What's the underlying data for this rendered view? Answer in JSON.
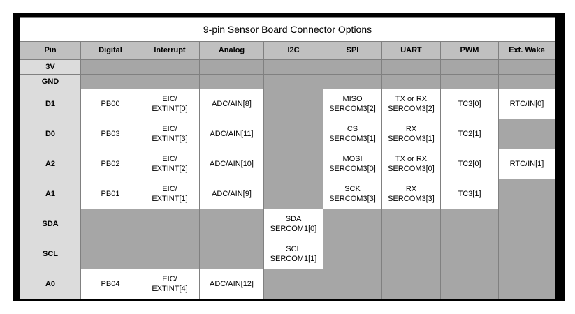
{
  "table": {
    "title": "9-pin Sensor Board Connector Options",
    "columns": [
      "Pin",
      "Digital",
      "Interrupt",
      "Analog",
      "I2C",
      "SPI",
      "UART",
      "PWM",
      "Ext. Wake"
    ],
    "colors": {
      "frame": "#000000",
      "header_bg": "#c0c0c0",
      "pin_col_bg": "#dcdcdc",
      "empty_bg": "#a6a6a6",
      "cell_bg": "#ffffff",
      "border": "#808080",
      "text": "#000000"
    },
    "rows": [
      {
        "pin": "3V",
        "height": "short",
        "cells": [
          {
            "text": "",
            "empty": true
          },
          {
            "text": "",
            "empty": true
          },
          {
            "text": "",
            "empty": true
          },
          {
            "text": "",
            "empty": true
          },
          {
            "text": "",
            "empty": true
          },
          {
            "text": "",
            "empty": true
          },
          {
            "text": "",
            "empty": true
          },
          {
            "text": "",
            "empty": true
          }
        ]
      },
      {
        "pin": "GND",
        "height": "short",
        "cells": [
          {
            "text": "",
            "empty": true
          },
          {
            "text": "",
            "empty": true
          },
          {
            "text": "",
            "empty": true
          },
          {
            "text": "",
            "empty": true
          },
          {
            "text": "",
            "empty": true
          },
          {
            "text": "",
            "empty": true
          },
          {
            "text": "",
            "empty": true
          },
          {
            "text": "",
            "empty": true
          }
        ]
      },
      {
        "pin": "D1",
        "height": "tall",
        "cells": [
          {
            "text": "PB00",
            "empty": false
          },
          {
            "line1": "EIC/",
            "line2": "EXTINT[0]",
            "empty": false
          },
          {
            "text": "ADC/AIN[8]",
            "empty": false
          },
          {
            "text": "",
            "empty": true
          },
          {
            "line1": "MISO",
            "line2": "SERCOM3[2]",
            "empty": false
          },
          {
            "line1": "TX or RX",
            "line2": "SERCOM3[2]",
            "empty": false
          },
          {
            "text": "TC3[0]",
            "empty": false
          },
          {
            "text": "RTC/IN[0]",
            "empty": false
          }
        ]
      },
      {
        "pin": "D0",
        "height": "tall",
        "cells": [
          {
            "text": "PB03",
            "empty": false
          },
          {
            "line1": "EIC/",
            "line2": "EXTINT[3]",
            "empty": false
          },
          {
            "text": "ADC/AIN[11]",
            "empty": false
          },
          {
            "text": "",
            "empty": true
          },
          {
            "line1": "CS",
            "line2": "SERCOM3[1]",
            "empty": false
          },
          {
            "line1": "RX",
            "line2": "SERCOM3[1]",
            "empty": false
          },
          {
            "text": "TC2[1]",
            "empty": false
          },
          {
            "text": "",
            "empty": true
          }
        ]
      },
      {
        "pin": "A2",
        "height": "tall",
        "cells": [
          {
            "text": "PB02",
            "empty": false
          },
          {
            "line1": "EIC/",
            "line2": "EXTINT[2]",
            "empty": false
          },
          {
            "text": "ADC/AIN[10]",
            "empty": false
          },
          {
            "text": "",
            "empty": true
          },
          {
            "line1": "MOSI",
            "line2": "SERCOM3[0]",
            "empty": false
          },
          {
            "line1": "TX or RX",
            "line2": "SERCOM3[0]",
            "empty": false
          },
          {
            "text": "TC2[0]",
            "empty": false
          },
          {
            "text": "RTC/IN[1]",
            "empty": false
          }
        ]
      },
      {
        "pin": "A1",
        "height": "tall",
        "cells": [
          {
            "text": "PB01",
            "empty": false
          },
          {
            "line1": "EIC/",
            "line2": "EXTINT[1]",
            "empty": false
          },
          {
            "text": "ADC/AIN[9]",
            "empty": false
          },
          {
            "text": "",
            "empty": true
          },
          {
            "line1": "SCK",
            "line2": "SERCOM3[3]",
            "empty": false
          },
          {
            "line1": "RX",
            "line2": "SERCOM3[3]",
            "empty": false
          },
          {
            "text": "TC3[1]",
            "empty": false
          },
          {
            "text": "",
            "empty": true
          }
        ]
      },
      {
        "pin": "SDA",
        "height": "tall",
        "cells": [
          {
            "text": "",
            "empty": true
          },
          {
            "text": "",
            "empty": true
          },
          {
            "text": "",
            "empty": true
          },
          {
            "line1": "SDA",
            "line2": "SERCOM1[0]",
            "empty": false
          },
          {
            "text": "",
            "empty": true
          },
          {
            "text": "",
            "empty": true
          },
          {
            "text": "",
            "empty": true
          },
          {
            "text": "",
            "empty": true
          }
        ]
      },
      {
        "pin": "SCL",
        "height": "tall",
        "cells": [
          {
            "text": "",
            "empty": true
          },
          {
            "text": "",
            "empty": true
          },
          {
            "text": "",
            "empty": true
          },
          {
            "line1": "SCL",
            "line2": "SERCOM1[1]",
            "empty": false
          },
          {
            "text": "",
            "empty": true
          },
          {
            "text": "",
            "empty": true
          },
          {
            "text": "",
            "empty": true
          },
          {
            "text": "",
            "empty": true
          }
        ]
      },
      {
        "pin": "A0",
        "height": "tall",
        "cells": [
          {
            "text": "PB04",
            "empty": false
          },
          {
            "line1": "EIC/",
            "line2": "EXTINT[4]",
            "empty": false
          },
          {
            "text": "ADC/AIN[12]",
            "empty": false
          },
          {
            "text": "",
            "empty": true
          },
          {
            "text": "",
            "empty": true
          },
          {
            "text": "",
            "empty": true
          },
          {
            "text": "",
            "empty": true
          },
          {
            "text": "",
            "empty": true
          }
        ]
      }
    ]
  }
}
